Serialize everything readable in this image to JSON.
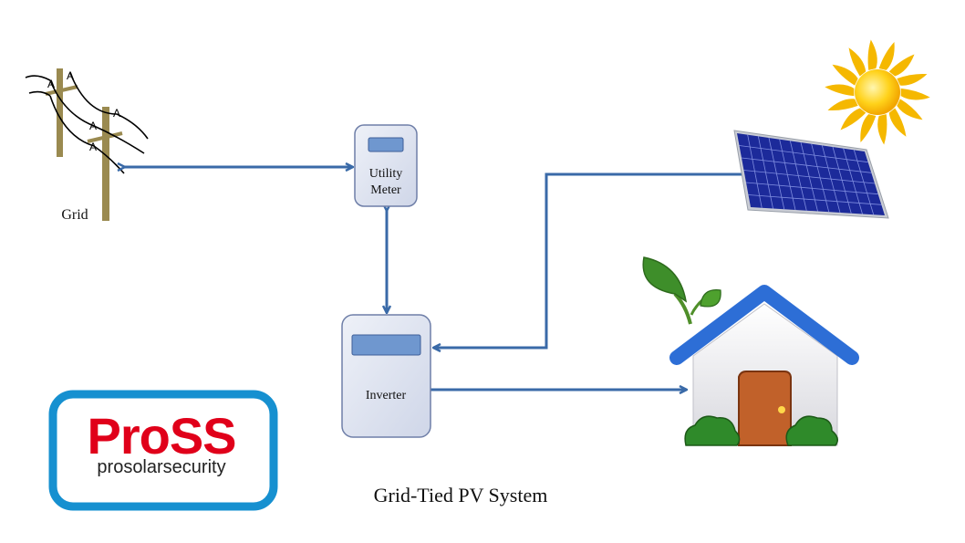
{
  "title": "Grid-Tied PV System",
  "nodes": {
    "grid": "Grid",
    "meter_line1": "Utility",
    "meter_line2": "Meter",
    "inverter": "Inverter"
  },
  "logo": {
    "brand": "ProSS",
    "tagline": "prosolarsecurity"
  },
  "colors": {
    "arrow": "#3a6aa8",
    "box_fill": "#dde3f0",
    "box_stroke": "#6f7fa8",
    "display": "#6f97cf",
    "logo_border": "#1690d0",
    "logo_text": "#e0001a",
    "sun": "#f5b800",
    "panel": "#1c2a9a",
    "roof": "#2d6ed6",
    "door": "#c1612a",
    "leaf": "#3e8e2a",
    "pole": "#9a8a50"
  }
}
